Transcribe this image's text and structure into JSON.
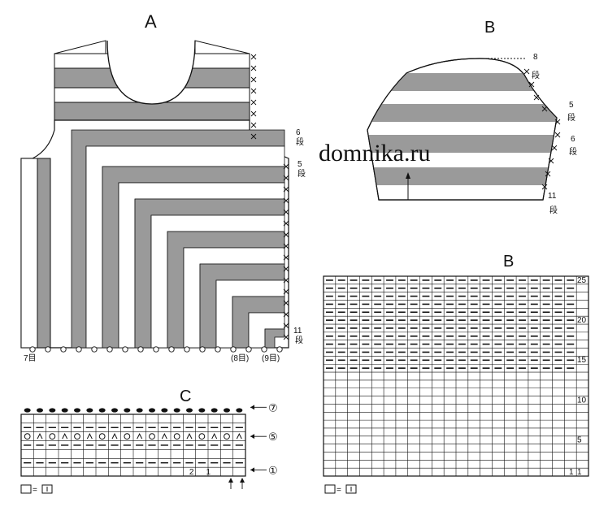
{
  "panels": {
    "a_label": "A",
    "b_top_label": "B",
    "b_chart_label": "B",
    "c_label": "C"
  },
  "watermark": "domnika.ru",
  "panel_a": {
    "row_labels": [
      "6\n段",
      "5\n段",
      "11\n段"
    ],
    "bottom_labels": [
      "(8目)",
      "(9目)"
    ],
    "left_mark": "7目"
  },
  "panel_b": {
    "row_labels": [
      "8\n段",
      "5\n段",
      "6\n段",
      "11\n段"
    ]
  },
  "chart_b": {
    "row_numbers": [
      "25",
      "20",
      "15",
      "10",
      "5",
      "1"
    ],
    "col_number": "1"
  },
  "chart_c": {
    "markers": [
      "⑦",
      "⑤",
      "①"
    ],
    "col_numbers": [
      "2",
      "1"
    ]
  },
  "legend": {
    "equals": "="
  },
  "colors": {
    "stripe": "#9a9a9a",
    "line": "#111111",
    "bg": "#ffffff"
  }
}
